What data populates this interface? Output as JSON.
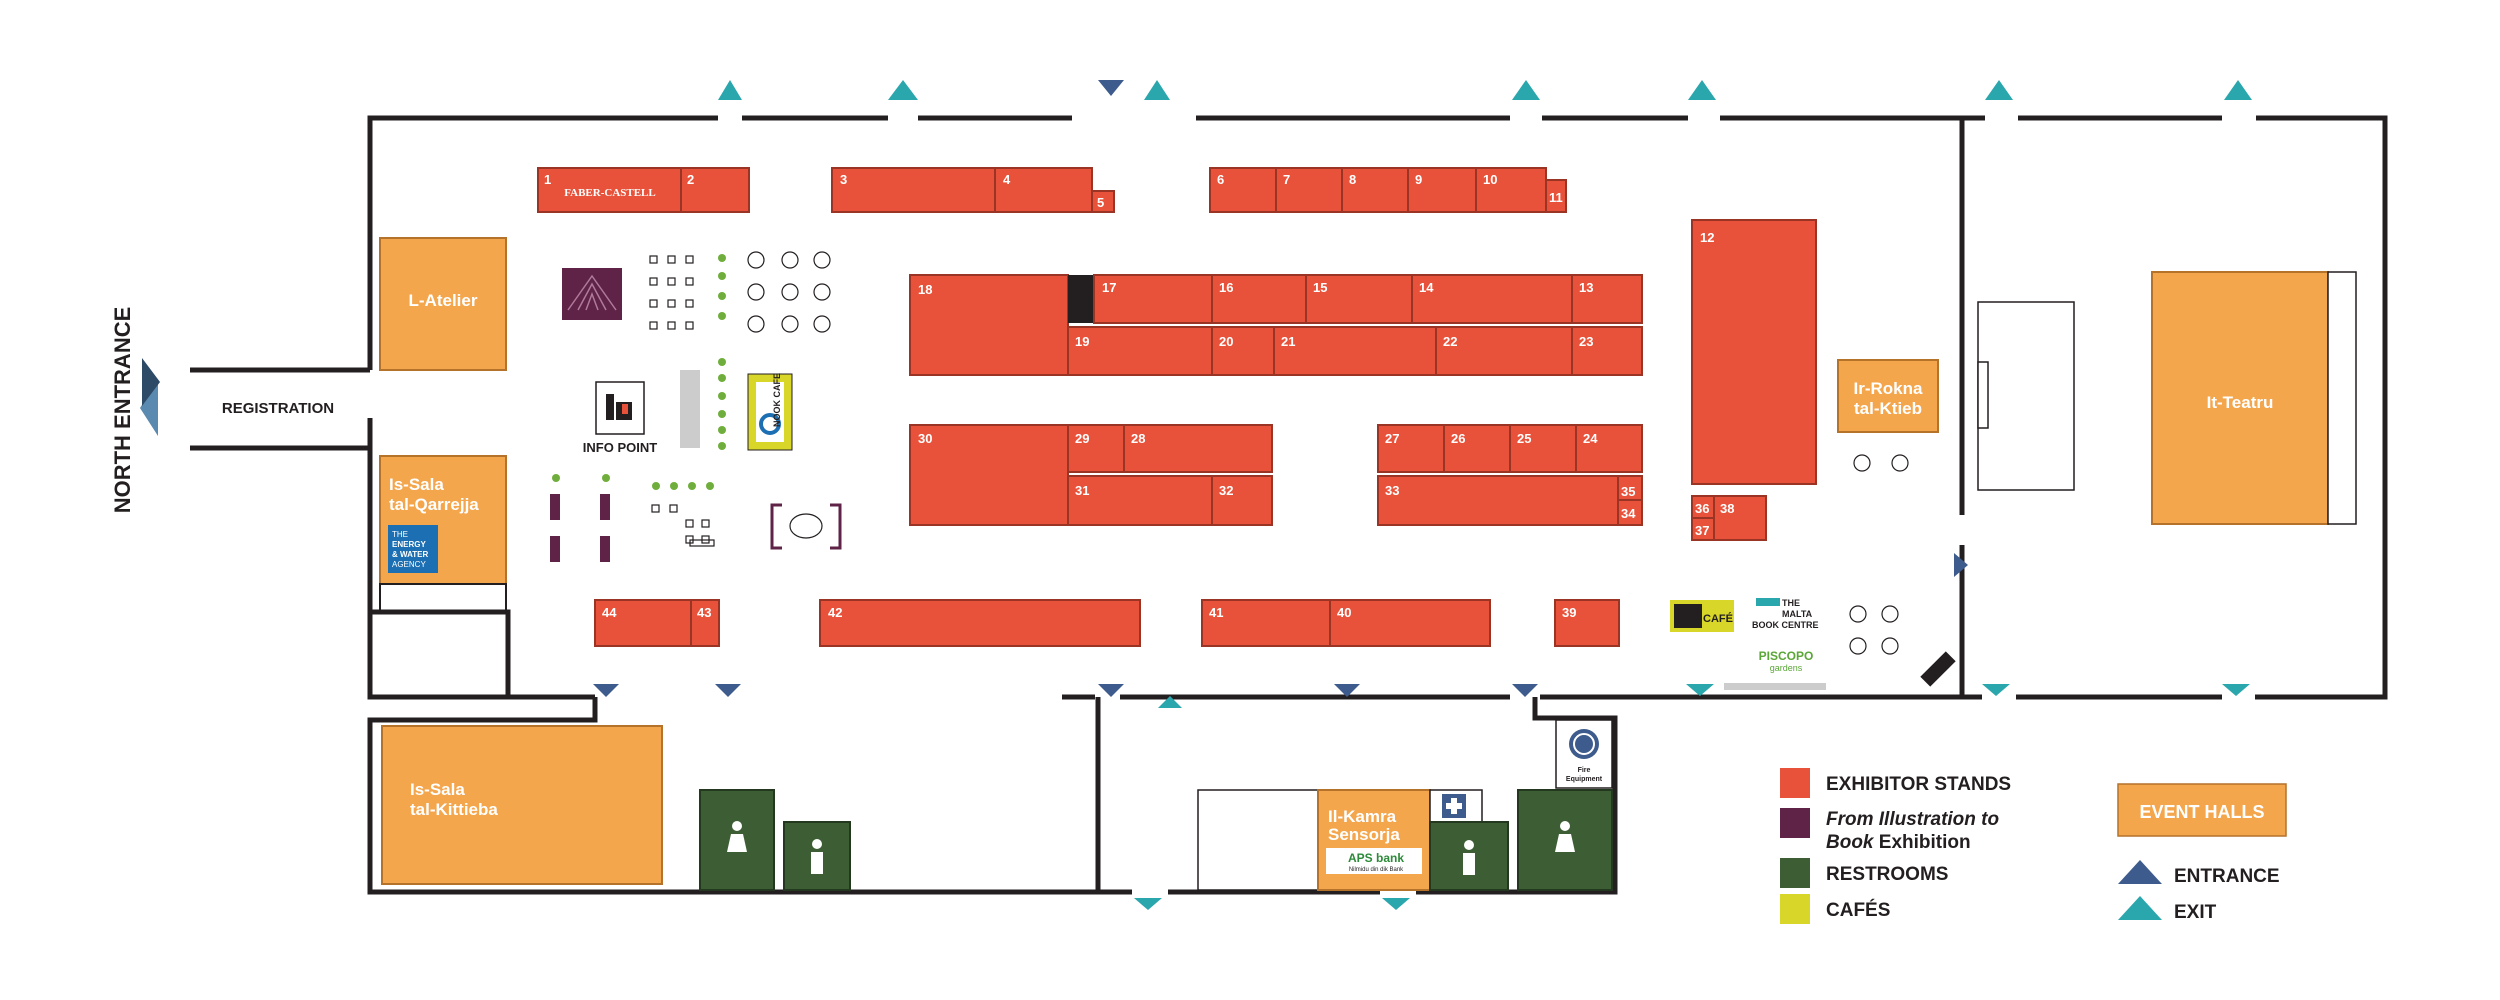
{
  "labels": {
    "north_entrance": "NORTH ENTRANCE",
    "registration": "REGISTRATION",
    "info_point": "INFO POINT",
    "nook_cafe": "NOOK CAFE",
    "cafe": "CAFÉ",
    "malta_book_centre_line1": "THE",
    "malta_book_centre_line2": "MALTA",
    "malta_book_centre_line3": "BOOK CENTRE",
    "piscopo": "PISCOPO",
    "piscopo_sub": "gardens",
    "faber_castell": "FABER-CASTELL",
    "energy_water": [
      "THE",
      "ENERGY",
      "& WATER",
      "AGENCY"
    ],
    "aps_bank": "APS bank",
    "aps_sub": "Nilmidu din dik Bank",
    "fire_equipment": [
      "Fire",
      "Equipment"
    ]
  },
  "halls": {
    "atelier": "L-Atelier",
    "qarrejja": [
      "Is-Sala",
      "tal-Qarrejja"
    ],
    "kittieba": [
      "Is-Sala",
      "tal-Kittieba"
    ],
    "rokna": [
      "Ir-Rokna",
      "tal-Ktieb"
    ],
    "teatru": "It-Teatru",
    "kamra": [
      "Il-Kamra",
      "Sensorja"
    ]
  },
  "stands": [
    "1",
    "2",
    "3",
    "4",
    "5",
    "6",
    "7",
    "8",
    "9",
    "10",
    "11",
    "12",
    "13",
    "14",
    "15",
    "16",
    "17",
    "18",
    "19",
    "20",
    "21",
    "22",
    "23",
    "24",
    "25",
    "26",
    "27",
    "28",
    "29",
    "30",
    "31",
    "32",
    "33",
    "34",
    "35",
    "36",
    "37",
    "38",
    "39",
    "40",
    "41",
    "42",
    "43",
    "44"
  ],
  "legend": {
    "exhibitor": "EXHIBITOR STANDS",
    "illustration_italic_1": "From Illustration to",
    "illustration_italic_2": "Book",
    "illustration_rest": "Exhibition",
    "restrooms": "RESTROOMS",
    "cafes": "CAFÉS",
    "event_halls": "EVENT HALLS",
    "entrance": "ENTRANCE",
    "exit": "EXIT"
  },
  "colors": {
    "exhibitor": "#e8523a",
    "event_hall": "#f4a64d",
    "illustration": "#5e2346",
    "restroom": "#3d5e34",
    "cafe": "#d9d62a",
    "entrance": "#3d5b8c",
    "exit": "#2aa6ad"
  }
}
